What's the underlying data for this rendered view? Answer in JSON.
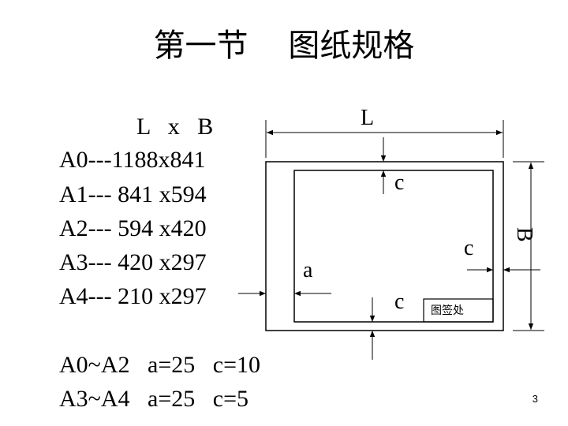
{
  "slide": {
    "title": "第一节    图纸规格",
    "page_number": "3"
  },
  "sizes": {
    "header": "L   x   B",
    "rows": [
      "A0---1188x841",
      "A1--- 841 x594",
      "A2--- 594 x420",
      "A3--- 420 x297",
      "A4--- 210 x297"
    ]
  },
  "margins": {
    "rows": [
      "A0~A2   a=25   c=10",
      "A3~A4   a=25   c=5"
    ]
  },
  "diagram": {
    "label_L": "L",
    "label_B": "B",
    "label_a": "a",
    "label_c": "c",
    "title_block": "图签处"
  }
}
